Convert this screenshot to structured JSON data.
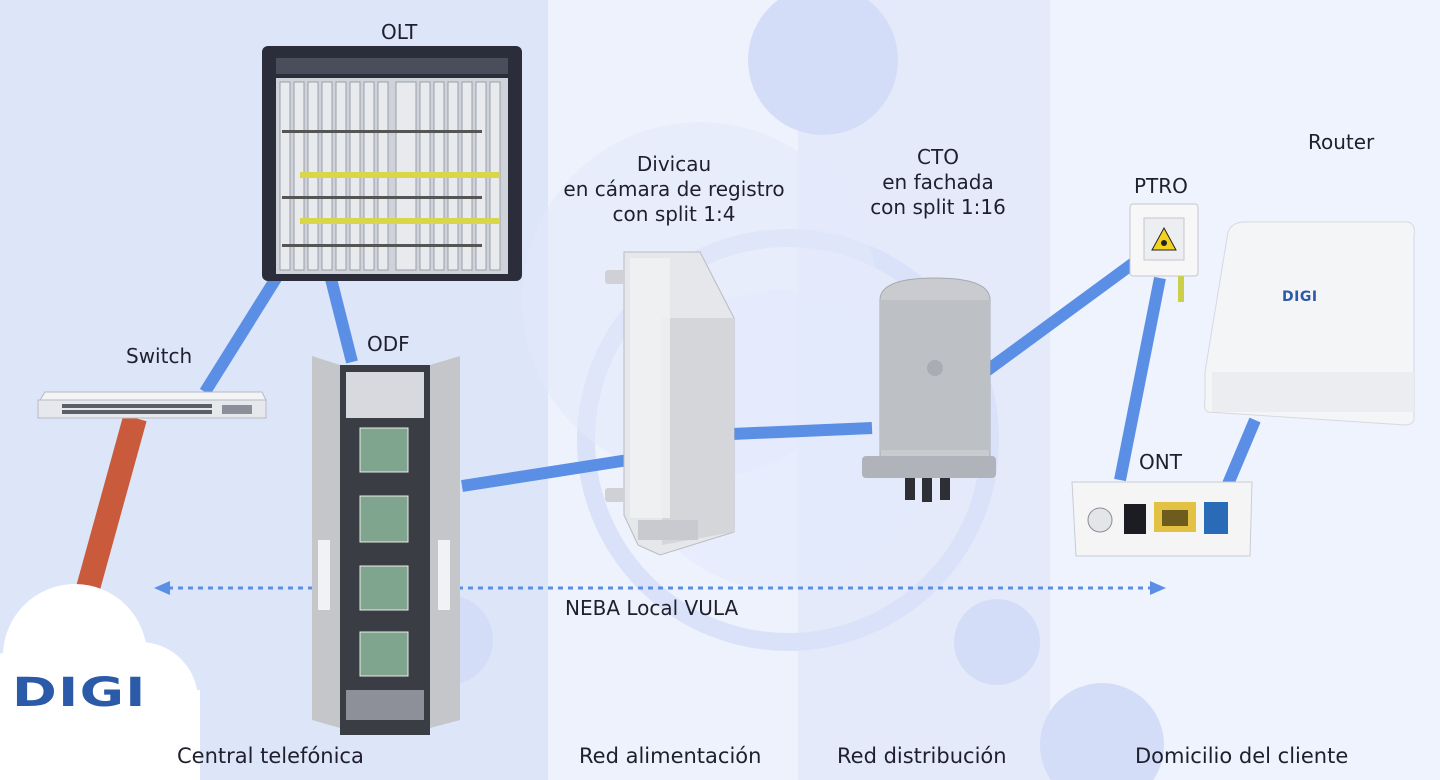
{
  "zones": {
    "central": "Central telefónica",
    "alimentacion": "Red alimentación",
    "distribucion": "Red distribución",
    "domicilio": "Domicilio del cliente"
  },
  "devices": {
    "olt": "OLT",
    "switch": "Switch",
    "odf": "ODF",
    "divicau": "Divicau\nen cámara de registro\ncon split 1:4",
    "cto": "CTO\nen fachada\ncon split 1:16",
    "ptro": "PTRO",
    "router": "Router",
    "ont": "ONT"
  },
  "link": {
    "span_label": "NEBA Local VULA"
  },
  "brand": {
    "logo_text": "DIGI",
    "router_logo_text": "DIGI"
  },
  "colors": {
    "background": "#e9eefb",
    "zone_dark": "#dfe6f8",
    "zone_light": "#eef2fd",
    "fiber": "#5b8fe6",
    "copper": "#c95a3b",
    "digi_blue": "#2a5aa8"
  }
}
